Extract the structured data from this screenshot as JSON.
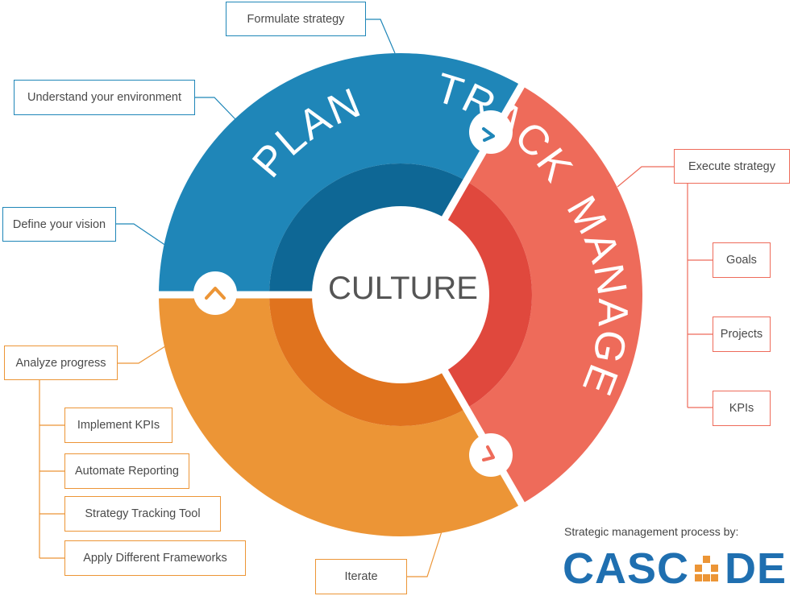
{
  "center": {
    "label": "CULTURE"
  },
  "segments": {
    "plan": {
      "label": "PLAN",
      "color": "#1f86b8",
      "inner_color": "#0e6795"
    },
    "manage": {
      "label": "MANAGE",
      "color": "#ee6b5a",
      "inner_color": "#e0483d"
    },
    "track": {
      "label": "TRACK",
      "color": "#ec9536",
      "inner_color": "#e0731e"
    }
  },
  "plan_steps": {
    "formulate": "Formulate strategy",
    "understand": "Understand your environment",
    "define": "Define your vision"
  },
  "manage_steps": {
    "execute": "Execute strategy",
    "goals": "Goals",
    "projects": "Projects",
    "kpis": "KPIs"
  },
  "track_steps": {
    "analyze": "Analyze progress",
    "implement": "Implement KPIs",
    "automate": "Automate Reporting",
    "tool": "Strategy Tracking Tool",
    "frameworks": "Apply Different Frameworks",
    "iterate": "Iterate"
  },
  "branding": {
    "credit": "Strategic management process by:",
    "logo_left": "CASC",
    "logo_right": "DE",
    "logo_color": "#1f6fb0",
    "logo_accent": "#ec9536"
  }
}
